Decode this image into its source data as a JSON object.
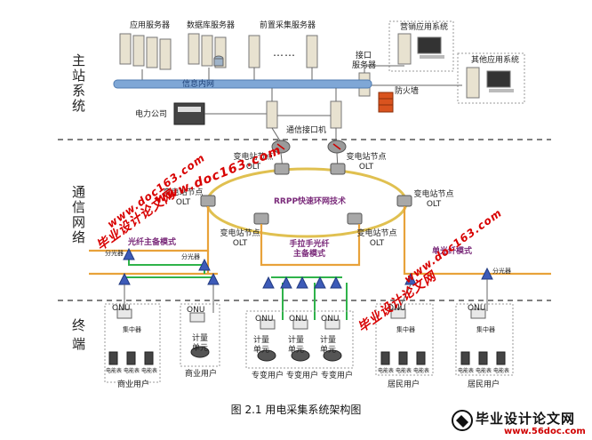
{
  "sections": {
    "master": "主站系统",
    "comm": "通信网络",
    "terminal": "终端"
  },
  "master": {
    "app_server": "应用服务器",
    "db_server": "数据库服务器",
    "front_server": "前置采集服务器",
    "dots": "……",
    "interface_server_1": "接口",
    "interface_server_2": "服务器",
    "marketing_system": "营销应用系统",
    "other_system": "其他应用系统",
    "lan": "信息内网",
    "firewall": "防火墙",
    "power_company": "电力公司",
    "comm_interface": "通信接口机"
  },
  "network": {
    "olt_a": "变电站节点\nOLT",
    "ring_title": "RRPP快速环网技术",
    "fiber_mode": "光纤主备模式",
    "hand_fiber_mode": "手拉手光纤\n主备模式",
    "single_mode": "单光纤模式",
    "splitter": "分光器"
  },
  "terminal": {
    "onu": "ONU",
    "concentrator": "集中器",
    "meter_unit": "计量单元",
    "meter": "电能表",
    "commercial_user": "商业用户",
    "special_user": "专变用户",
    "resident_user": "居民用户"
  },
  "watermark": {
    "url": "www.doc163.com",
    "title": "毕业设计论文网"
  },
  "caption": "图 2.1    用电采集系统架构图",
  "logo": {
    "main": "毕业设计论文网",
    "url": "www.56doc.com"
  },
  "colors": {
    "lan_bar": "#7fa7d6",
    "orange_line": "#e8a23a",
    "green_line": "#2fb34a",
    "ring": "#e0c050",
    "dashed": "#555555",
    "watermark": "#d80000"
  }
}
